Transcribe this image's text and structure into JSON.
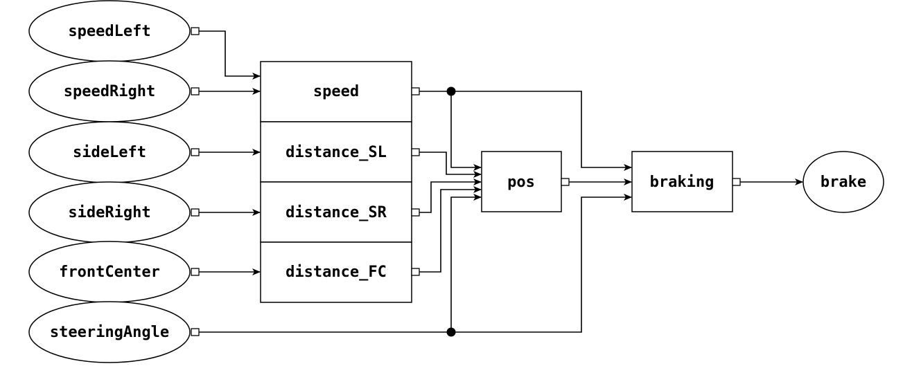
{
  "inputs": [
    {
      "id": "speedLeft",
      "label": "speedLeft"
    },
    {
      "id": "speedRight",
      "label": "speedRight"
    },
    {
      "id": "sideLeft",
      "label": "sideLeft"
    },
    {
      "id": "sideRight",
      "label": "sideRight"
    },
    {
      "id": "frontCenter",
      "label": "frontCenter"
    },
    {
      "id": "steeringAngle",
      "label": "steeringAngle"
    }
  ],
  "sensor_block": {
    "rows": [
      {
        "id": "speed",
        "label": "speed"
      },
      {
        "id": "distance_SL",
        "label": "distance_SL"
      },
      {
        "id": "distance_SR",
        "label": "distance_SR"
      },
      {
        "id": "distance_FC",
        "label": "distance_FC"
      }
    ]
  },
  "pos": {
    "label": "pos"
  },
  "braking": {
    "label": "braking"
  },
  "output": {
    "label": "brake"
  },
  "connections": [
    {
      "from": "speedLeft",
      "to": "speed"
    },
    {
      "from": "speedRight",
      "to": "speed"
    },
    {
      "from": "sideLeft",
      "to": "distance_SL"
    },
    {
      "from": "sideRight",
      "to": "distance_SR"
    },
    {
      "from": "frontCenter",
      "to": "distance_FC"
    },
    {
      "from": "speed",
      "to": "pos"
    },
    {
      "from": "distance_SL",
      "to": "pos"
    },
    {
      "from": "distance_SR",
      "to": "pos"
    },
    {
      "from": "distance_FC",
      "to": "pos"
    },
    {
      "from": "steeringAngle",
      "to": "pos"
    },
    {
      "from": "speed",
      "to": "braking"
    },
    {
      "from": "pos",
      "to": "braking"
    },
    {
      "from": "steeringAngle",
      "to": "braking"
    },
    {
      "from": "braking",
      "to": "brake"
    }
  ]
}
